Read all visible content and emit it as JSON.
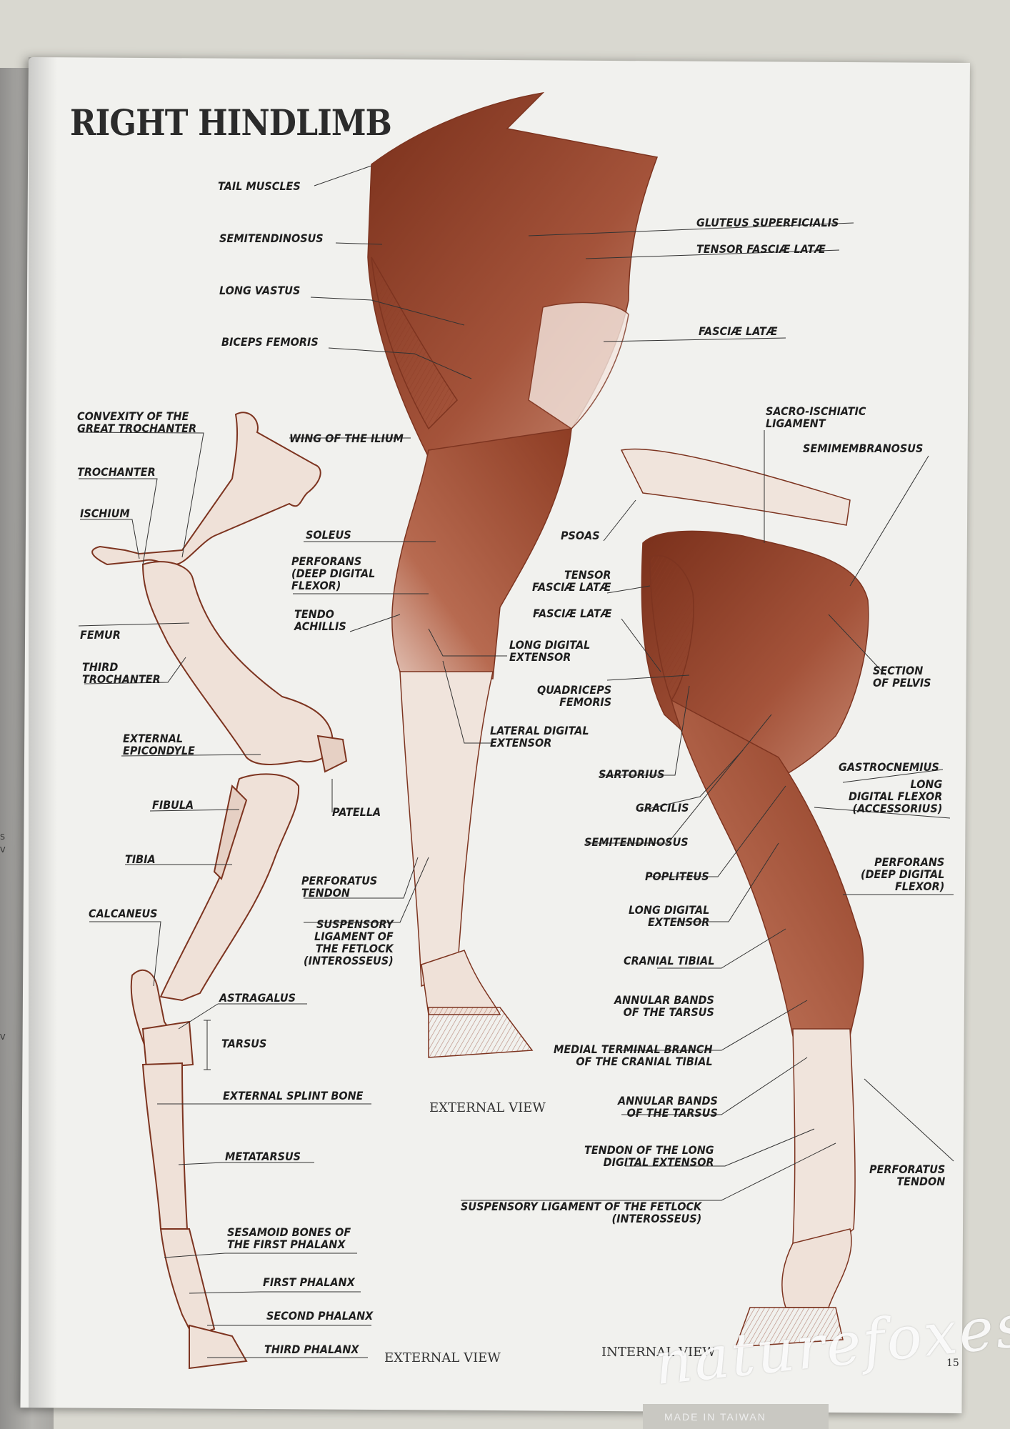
{
  "page": {
    "title": "RIGHT HINDLIMB",
    "page_number": "15",
    "watermark": "naturefoxes",
    "bottom_strip_text": "MADE IN TAIWAN",
    "ink_color": "#8a3a22",
    "left_page_fragments": [
      "S",
      "V",
      "V"
    ]
  },
  "captions": {
    "skeleton": "EXTERNAL VIEW",
    "external_muscles": "EXTERNAL VIEW",
    "internal_muscles": "INTERNAL VIEW"
  },
  "labels": {
    "tail_muscles": "TAIL MUSCLES",
    "semitendinosus_top": "SEMITENDINOSUS",
    "long_vastus": "LONG VASTUS",
    "biceps_femoris": "BICEPS FEMORIS",
    "gluteus_superficialis": "GLUTEUS SUPERFICIALIS",
    "tensor_fasciae_latae_top": "TENSOR FASCIÆ LATÆ",
    "fasciae_latae_top": "FASCIÆ LATÆ",
    "convexity": "CONVEXITY OF THE\nGREAT TROCHANTER",
    "wing_of_ilium": "WING OF THE ILIUM",
    "trochanter": "TROCHANTER",
    "ischium": "ISCHIUM",
    "femur": "FEMUR",
    "third_trochanter": "THIRD\nTROCHANTER",
    "external_epicondyle": "EXTERNAL\nEPICONDYLE",
    "fibula": "FIBULA",
    "patella": "PATELLA",
    "tibia": "TIBIA",
    "calcaneus": "CALCANEUS",
    "astragalus": "ASTRAGALUS",
    "tarsus": "TARSUS",
    "external_splint_bone": "EXTERNAL SPLINT BONE",
    "metatarsus": "METATARSUS",
    "sesamoid": "SESAMOID BONES OF\nTHE FIRST PHALANX",
    "first_phalanx": "FIRST PHALANX",
    "second_phalanx": "SECOND PHALANX",
    "third_phalanx": "THIRD PHALANX",
    "soleus": "SOLEUS",
    "perforans_left": "PERFORANS\n(DEEP DIGITAL\nFLEXOR)",
    "tendo_achillis": "TENDO\nACHILLIS",
    "long_digital_extensor_mid": "LONG DIGITAL\nEXTENSOR",
    "lateral_digital_extensor": "LATERAL DIGITAL\nEXTENSOR",
    "perforatus_tendon_mid": "PERFORATUS\nTENDON",
    "suspensory_mid": "SUSPENSORY\nLIGAMENT OF\nTHE FETLOCK\n(INTEROSSEUS)",
    "sacro_ischiatic": "SACRO-ISCHIATIC\nLIGAMENT",
    "semimembranosus": "SEMIMEMBRANOSUS",
    "psoas": "PSOAS",
    "tensor_fasciae_latae_int": "TENSOR\nFASCIÆ LATÆ",
    "fasciae_latae_int": "FASCIÆ LATÆ",
    "quadriceps_femoris": "QUADRICEPS\nFEMORIS",
    "section_of_pelvis": "SECTION\nOF PELVIS",
    "sartorius": "SARTORIUS",
    "gastrocnemius": "GASTROCNEMIUS",
    "long_digital_flexor": "LONG\nDIGITAL FLEXOR\n(ACCESSORIUS)",
    "gracilis": "GRACILIS",
    "semitendinosus_int": "SEMITENDINOSUS",
    "popliteus": "POPLITEUS",
    "perforans_right": "PERFORANS\n(DEEP DIGITAL\nFLEXOR)",
    "long_digital_extensor_int": "LONG DIGITAL\nEXTENSOR",
    "cranial_tibial": "CRANIAL TIBIAL",
    "annular_bands_1": "ANNULAR BANDS\nOF THE TARSUS",
    "medial_terminal_branch": "MEDIAL TERMINAL BRANCH\nOF THE CRANIAL TIBIAL",
    "annular_bands_2": "ANNULAR BANDS\nOF THE TARSUS",
    "tendon_long_digital_extensor": "TENDON OF THE LONG\nDIGITAL EXTENSOR",
    "perforatus_tendon_right": "PERFORATUS\nTENDON",
    "suspensory_bottom": "SUSPENSORY LIGAMENT OF THE FETLOCK\n(INTEROSSEUS)"
  }
}
